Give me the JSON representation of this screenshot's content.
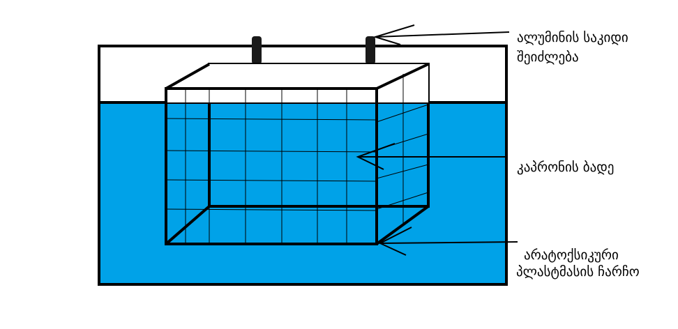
{
  "labels": {
    "rods": [
      "ალუმინის საკიდი",
      "შეიძლება"
    ],
    "mesh": "კაპრონის ბადე",
    "frame": [
      "არატოქსიკური",
      "პლასტმასის ჩარჩო"
    ]
  },
  "colors": {
    "water": "#00a2e8",
    "outline": "#000000",
    "rod": "#1a1a1a",
    "background": "#ffffff"
  }
}
